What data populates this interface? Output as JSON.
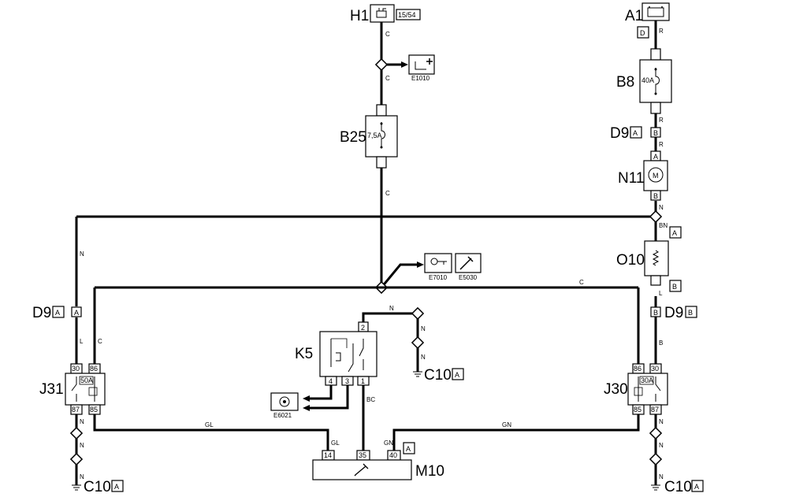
{
  "components": {
    "H1": {
      "label": "H1",
      "tag": "15/54"
    },
    "A1": {
      "label": "A1",
      "tag": "D"
    },
    "B25": {
      "label": "B25",
      "rating": "7,5A"
    },
    "B8": {
      "label": "B8",
      "rating": "40A"
    },
    "N11": {
      "label": "N11",
      "symbol": "M"
    },
    "O10": {
      "label": "O10"
    },
    "K5": {
      "label": "K5",
      "pins": [
        "2",
        "4",
        "3",
        "1"
      ]
    },
    "J31": {
      "label": "J31",
      "rating": "50A",
      "pins": [
        "30",
        "86",
        "87",
        "85"
      ]
    },
    "J30": {
      "label": "J30",
      "rating": "30A",
      "pins": [
        "86",
        "30",
        "85",
        "87"
      ]
    },
    "M10": {
      "label": "M10",
      "pins": [
        "14",
        "35",
        "40"
      ],
      "tag": "A"
    }
  },
  "connectors": {
    "D9_left": {
      "label": "D9",
      "tag": "A",
      "pin": "A"
    },
    "D9_top": {
      "label": "D9",
      "tag": "A",
      "pin_top": "B",
      "pin_bottom": "A"
    },
    "D9_right": {
      "label": "D9",
      "tag": "B",
      "pin": "B"
    },
    "N11_pin": "B",
    "O10_tag_top": "A",
    "O10_tag_bottom": "B",
    "c10_k5": {
      "label": "C10",
      "tag": "A"
    },
    "c10_left": {
      "label": "C10",
      "tag": "A"
    },
    "c10_right": {
      "label": "C10",
      "tag": "A"
    }
  },
  "refs": {
    "e1010": "E1010",
    "e7010": "E7010",
    "e5030": "E5030",
    "e6021": "E6021"
  },
  "wires": {
    "c": "C",
    "r": "R",
    "n": "N",
    "bn": "BN",
    "l": "L",
    "b": "B",
    "gl": "GL",
    "gn": "GN",
    "bc": "BC"
  },
  "icons": [
    "ignition-switch-icon",
    "battery-icon",
    "fuse-icon",
    "motor-icon",
    "resistor-icon",
    "relay-icon",
    "immobilizer-key-icon",
    "injector-icon",
    "sensor-icon",
    "ground-icon"
  ]
}
